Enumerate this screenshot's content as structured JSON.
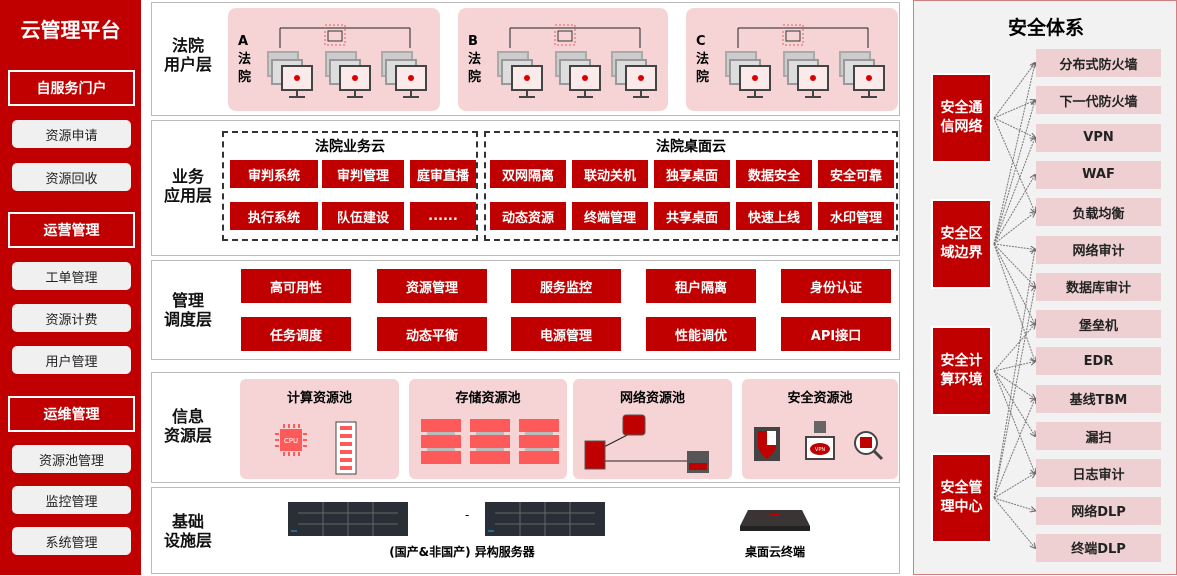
{
  "sidebar": {
    "title": "云管理平台",
    "sections": [
      {
        "label": "自服务门户",
        "items": [
          "资源申请",
          "资源回收"
        ]
      },
      {
        "label": "运营管理",
        "items": [
          "工单管理",
          "资源计费",
          "用户管理"
        ]
      },
      {
        "label": "运维管理",
        "items": [
          "资源池管理",
          "监控管理",
          "系统管理"
        ]
      }
    ]
  },
  "user_layer": {
    "label": "法院\n用户层",
    "courts": [
      {
        "name": "A\n法\n院"
      },
      {
        "name": "B\n法\n院"
      },
      {
        "name": "C\n法\n院"
      }
    ]
  },
  "app_layer": {
    "label": "业务\n应用层",
    "business_cloud": {
      "title": "法院业务云",
      "items": [
        "审判系统",
        "审判管理",
        "庭审直播",
        "执行系统",
        "队伍建设",
        "......"
      ]
    },
    "desktop_cloud": {
      "title": "法院桌面云",
      "items": [
        "双网隔离",
        "联动关机",
        "独享桌面",
        "数据安全",
        "安全可靠",
        "动态资源",
        "终端管理",
        "共享桌面",
        "快速上线",
        "水印管理"
      ]
    }
  },
  "mgmt_layer": {
    "label": "管理\n调度层",
    "items": [
      "高可用性",
      "资源管理",
      "服务监控",
      "租户隔离",
      "身份认证",
      "任务调度",
      "动态平衡",
      "电源管理",
      "性能调优",
      "API接口"
    ]
  },
  "resource_layer": {
    "label": "信息\n资源层",
    "pools": [
      {
        "title": "计算资源池",
        "cpu_text": "CPU"
      },
      {
        "title": "存储资源池"
      },
      {
        "title": "网络资源池"
      },
      {
        "title": "安全资源池",
        "vpn_text": "VPN"
      }
    ]
  },
  "infra_layer": {
    "label": "基础\n设施层",
    "servers_label": "(国产&非国产) 异构服务器",
    "dash": "-",
    "terminal_label": "桌面云终端"
  },
  "security": {
    "title": "安全体系",
    "groups": [
      "安全通信网络",
      "安全区域边界",
      "安全计算环境",
      "安全管理中心"
    ],
    "items": [
      "分布式防火墙",
      "下一代防火墙",
      "VPN",
      "WAF",
      "负载均衡",
      "网络审计",
      "数据库审计",
      "堡垒机",
      "EDR",
      "基线TBM",
      "漏扫",
      "日志审计",
      "网络DLP",
      "终端DLP"
    ]
  },
  "colors": {
    "red": "#c00000",
    "pink": "#f6d4d6",
    "light_red": "#ff5a5a"
  }
}
